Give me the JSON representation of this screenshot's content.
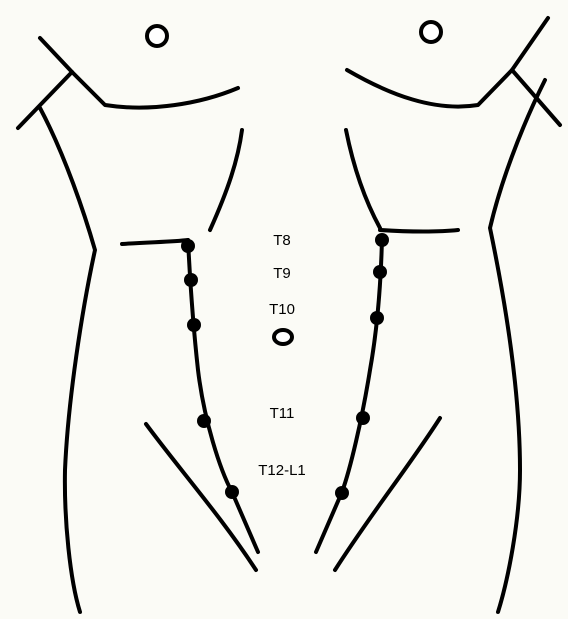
{
  "figure": {
    "background_color": "#fbfbf6",
    "line_color": "#000000",
    "labels": {
      "t8": "T8",
      "t9": "T9",
      "t10": "T10",
      "t11": "T11",
      "t12_l1": "T12-L1"
    }
  }
}
